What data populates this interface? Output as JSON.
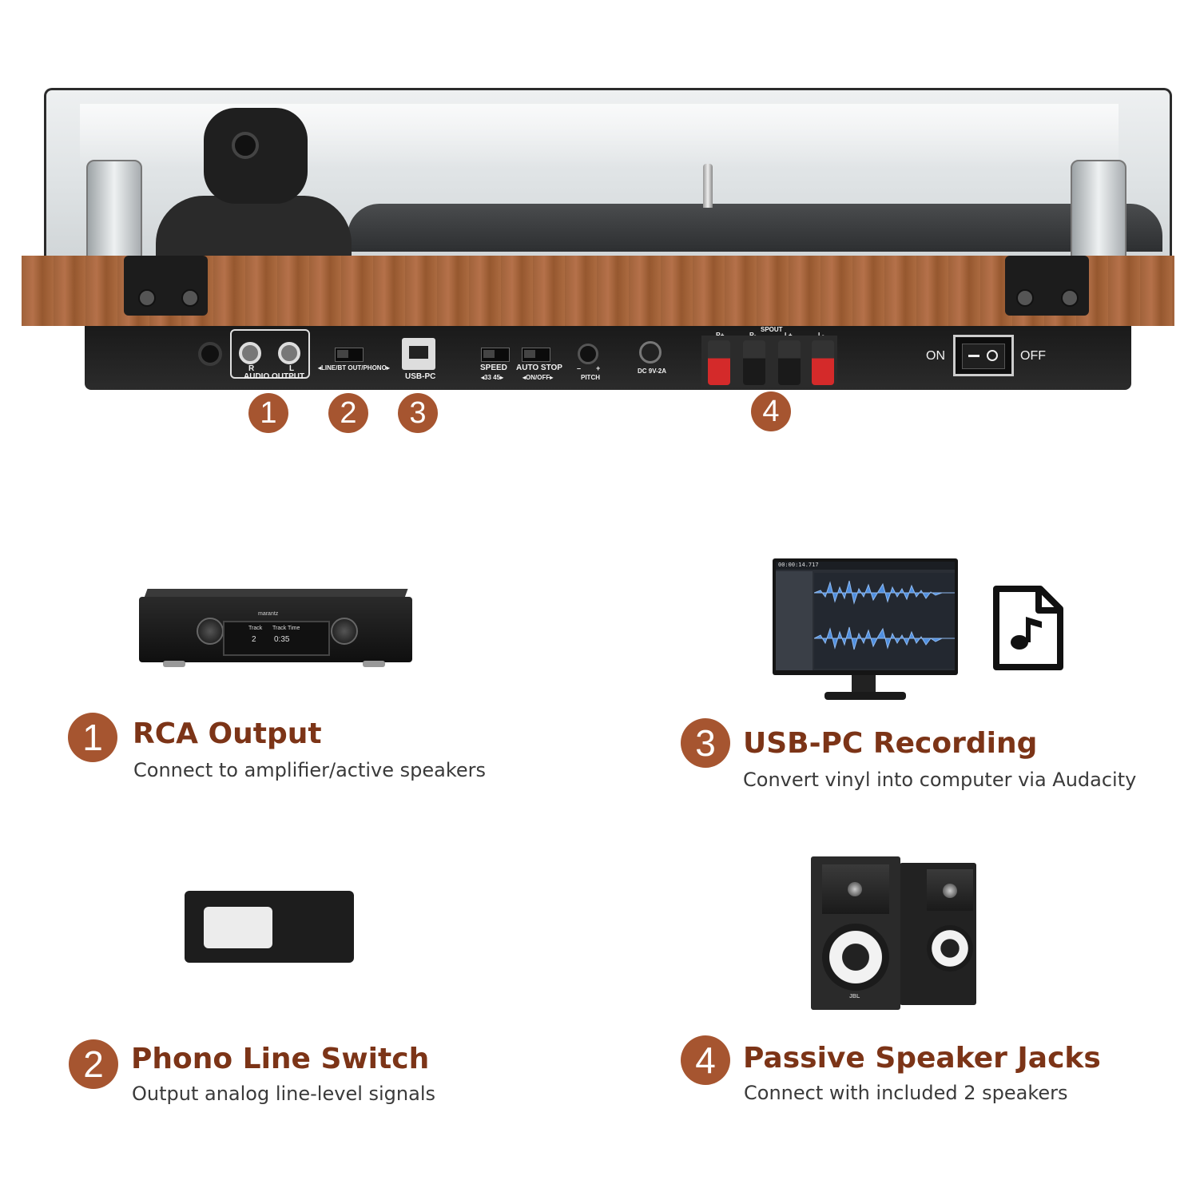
{
  "panel": {
    "audio_r": "R",
    "audio_l": "L",
    "audio_output": "AUDIO OUTPUT",
    "line_phono": "◂LINE/BT  OUT/PHONO▸",
    "usb_pc": "USB-PC",
    "speed": "SPEED",
    "speed_values": "◂33 45▸",
    "auto_stop": "AUTO STOP",
    "auto_stop_values": "◂ON/OFF▸",
    "pitch_minus": "–",
    "pitch_plus": "+",
    "pitch": "PITCH",
    "dc": "DC 9V-2A",
    "spout": "SPOUT",
    "term_r_plus": "R+",
    "term_r_minus": "R-",
    "term_l_plus": "L+",
    "term_l_minus": "L-",
    "power_on": "ON",
    "power_off": "OFF"
  },
  "markers": [
    "1",
    "2",
    "3",
    "4"
  ],
  "features": [
    {
      "number": "1",
      "title": "RCA Output",
      "description": "Connect to amplifier/active speakers"
    },
    {
      "number": "2",
      "title": "Phono Line Switch",
      "description": "Output analog line-level signals"
    },
    {
      "number": "3",
      "title": "USB-PC Recording",
      "description": "Convert vinyl into computer via Audacity"
    },
    {
      "number": "4",
      "title": "Passive Speaker Jacks",
      "description": "Connect with included 2 speakers"
    }
  ],
  "devices": {
    "amp_brand": "marantz",
    "amp_track_label": "Track",
    "amp_track_value": "2",
    "amp_time_label": "Track Time",
    "amp_time_value": "0:35",
    "daw_timecode": "00:00:14.717",
    "speaker_brand": "JBL"
  },
  "colors": {
    "accent": "#a65530",
    "title": "#7c3417",
    "wood": "#a0623a",
    "waveform": "#4f8fe0"
  }
}
